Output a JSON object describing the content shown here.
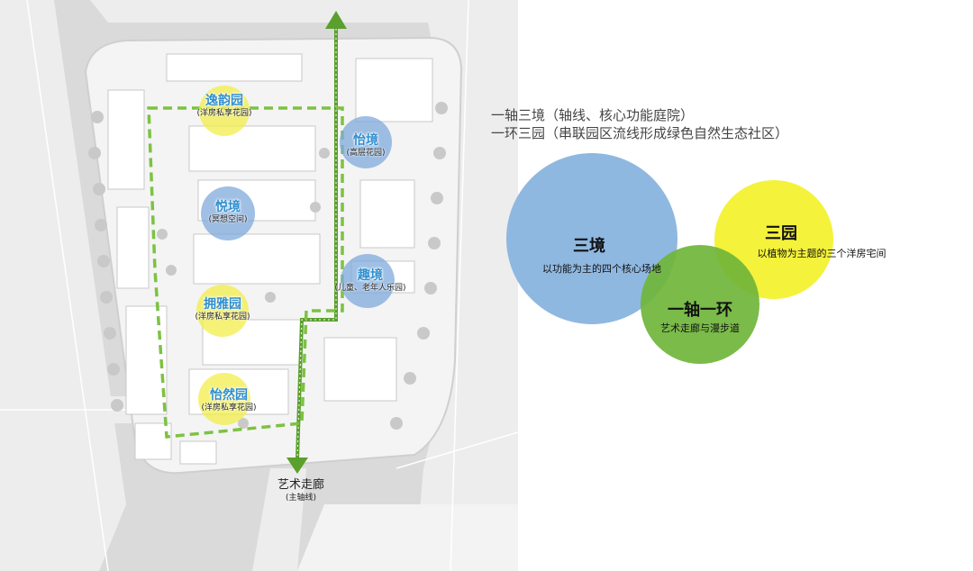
{
  "zones": [
    {
      "id": "yiyun",
      "name": "逸韵园",
      "sub": "(洋房私享花园)",
      "type": "garden",
      "color": "#f2ee4a"
    },
    {
      "id": "yijing",
      "name": "怡境",
      "sub": "(高层花园)",
      "type": "realm",
      "color": "#7fa9dc"
    },
    {
      "id": "yuejing",
      "name": "悦境",
      "sub": "(冥想空间)",
      "type": "realm",
      "color": "#7fa9dc"
    },
    {
      "id": "qujing",
      "name": "趣境",
      "sub": "(儿童、老年人乐园)",
      "type": "realm",
      "color": "#7fa9dc"
    },
    {
      "id": "yongya",
      "name": "拥雅园",
      "sub": "(洋房私享花园)",
      "type": "garden",
      "color": "#f2ee4a"
    },
    {
      "id": "yiran",
      "name": "怡然园",
      "sub": "(洋房私享花园)",
      "type": "garden",
      "color": "#f2ee4a"
    }
  ],
  "axis": {
    "label": "艺术走廊",
    "sub": "(主轴线)",
    "color": "#5aa02c"
  },
  "ring": {
    "color": "#7dc242"
  },
  "description": {
    "line1": "一轴三境（轴线、核心功能庭院）",
    "line2": "一环三园（串联园区流线形成绿色自然生态社区）"
  },
  "venn": [
    {
      "title": "三境",
      "sub": "以功能为主的四个核心场地",
      "color": "#8fb8e0"
    },
    {
      "title": "三园",
      "sub": "以植物为主题的三个洋房宅间",
      "color": "#f4f23a"
    },
    {
      "title": "一轴一环",
      "sub": "艺术走廊与漫步道",
      "color": "#70b53a"
    }
  ]
}
